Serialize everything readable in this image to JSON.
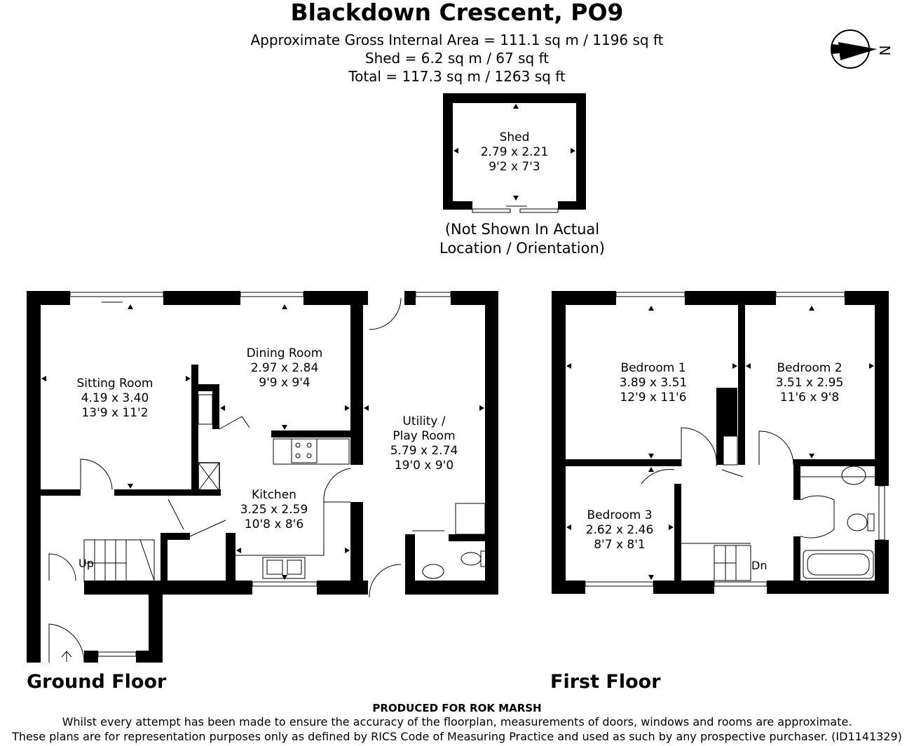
{
  "title": "Blackdown Crescent, PO9",
  "areas": [
    "Approximate Gross Internal Area = 111.1 sq m / 1196 sq ft",
    "Shed = 6.2 sq m / 67 sq ft",
    "Total = 117.3 sq m / 1263 sq ft"
  ],
  "compass_label": "N",
  "shed": {
    "name": "Shed",
    "metric": "2.79 x 2.21",
    "imperial": "9'2 x 7'3"
  },
  "shed_note": [
    "(Not Shown In Actual",
    "Location / Orientation)"
  ],
  "rooms": {
    "sitting": {
      "name": "Sitting Room",
      "metric": "4.19 x 3.40",
      "imperial": "13'9 x 11'2"
    },
    "dining": {
      "name": "Dining Room",
      "metric": "2.97 x 2.84",
      "imperial": "9'9 x 9'4"
    },
    "utility": {
      "name1": "Utility /",
      "name2": "Play Room",
      "metric": "5.79 x 2.74",
      "imperial": "19'0 x 9'0"
    },
    "kitchen": {
      "name": "Kitchen",
      "metric": "3.25 x 2.59",
      "imperial": "10'8 x 8'6"
    },
    "bed1": {
      "name": "Bedroom 1",
      "metric": "3.89 x 3.51",
      "imperial": "12'9 x 11'6"
    },
    "bed2": {
      "name": "Bedroom 2",
      "metric": "3.51 x 2.95",
      "imperial": "11'6 x 9'8"
    },
    "bed3": {
      "name": "Bedroom 3",
      "metric": "2.62 x 2.46",
      "imperial": "8'7 x 8'1"
    }
  },
  "stairs": {
    "up": "Up",
    "down": "Dn"
  },
  "floors": {
    "ground": "Ground Floor",
    "first": "First Floor"
  },
  "footer": {
    "produced": "PRODUCED FOR ROK MARSH",
    "line1": "Whilst every attempt has been made to ensure the accuracy of the floorplan, measurements of doors, windows and rooms are approximate.",
    "line2": "These plans are for representation purposes only as defined by RICS Code of Measuring Practice and used as such by any prospective purchaser. (ID1141329)"
  }
}
